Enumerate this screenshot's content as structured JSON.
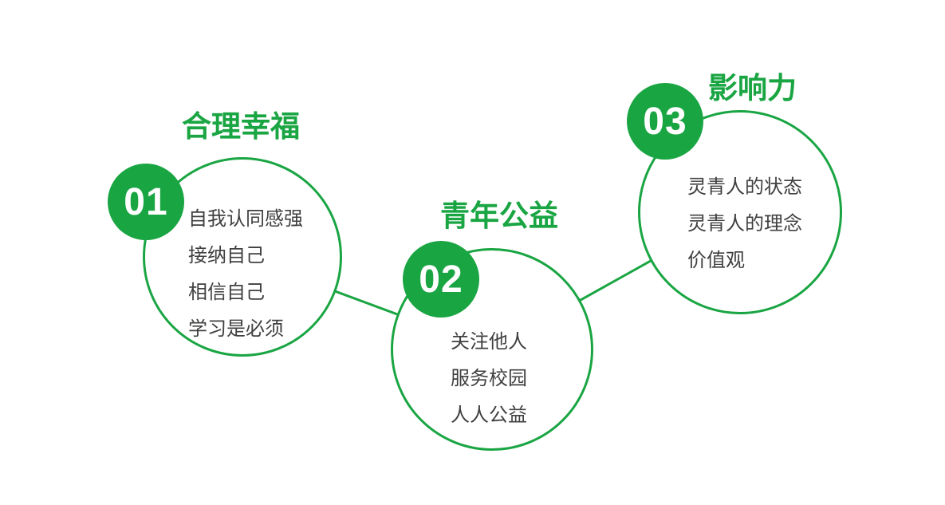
{
  "colors": {
    "green": "#1AA543",
    "text": "#404040",
    "background": "#FFFFFF"
  },
  "nodes": [
    {
      "number": "01",
      "title": "合理幸福",
      "items": [
        "自我认同感强",
        "接纳自己",
        "相信自己",
        "学习是必须"
      ]
    },
    {
      "number": "02",
      "title": "青年公益",
      "items": [
        "关注他人",
        "服务校园",
        "人人公益"
      ]
    },
    {
      "number": "03",
      "title": "影响力",
      "items": [
        "灵青人的状态",
        "灵青人的理念",
        "价值观"
      ]
    }
  ]
}
